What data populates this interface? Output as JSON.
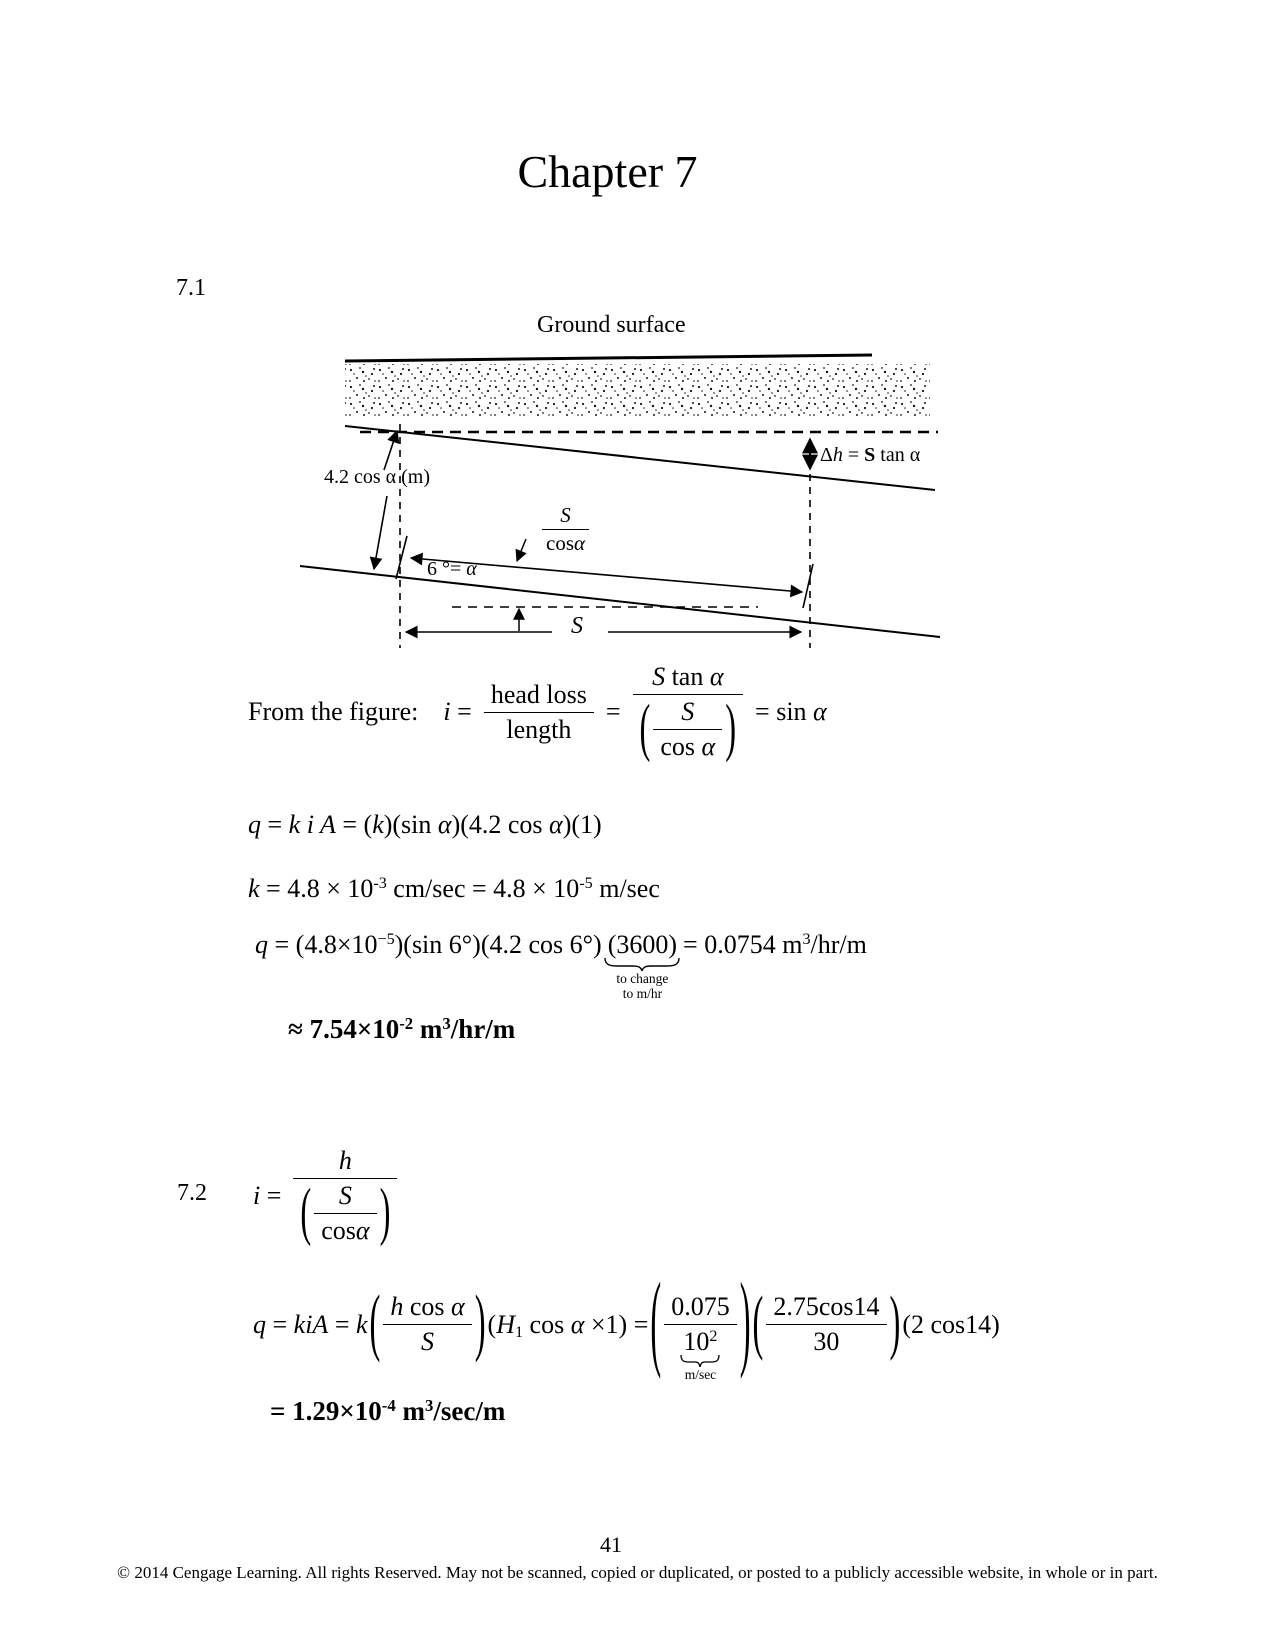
{
  "page": {
    "title": "Chapter 7",
    "page_number": "41",
    "copyright": "© 2014 Cengage Learning. All rights Reserved. May not be scanned, copied or duplicated, or posted to a publicly accessible website, in whole or in part."
  },
  "problem71": {
    "label": "7.1",
    "figure": {
      "ground_surface": "Ground surface",
      "dh_label": [
        {
          "t": "Δ"
        },
        {
          "t": "h",
          "c": "it"
        },
        {
          "t": " = "
        },
        {
          "t": "S",
          "c": "b"
        },
        {
          "t": " tan α"
        }
      ],
      "thickness_label": "4.2 cos α (m)",
      "slant_frac": {
        "num": [
          {
            "t": "S",
            "c": "it"
          }
        ],
        "den": [
          {
            "t": "cos"
          },
          {
            "t": "α",
            "c": "it"
          }
        ]
      },
      "angle_label": [
        {
          "t": "6 °"
        },
        {
          "t": "= "
        },
        {
          "t": "α",
          "c": "it"
        }
      ],
      "s_label": "S"
    },
    "intro": "From the figure:",
    "eq_gradient": {
      "lead": [
        {
          "t": "i",
          "c": "it"
        },
        {
          "t": " ="
        }
      ],
      "frac1": {
        "num": "head loss",
        "den": "length"
      },
      "mid": "=",
      "frac2_num": [
        {
          "t": "S",
          "c": "it"
        },
        {
          "t": " tan "
        },
        {
          "t": "α",
          "c": "it"
        }
      ],
      "frac2_den": {
        "num": [
          {
            "t": "S",
            "c": "it"
          }
        ],
        "den": [
          {
            "t": "cos "
          },
          {
            "t": "α",
            "c": "it"
          }
        ]
      },
      "tail": [
        {
          "t": "= sin "
        },
        {
          "t": "α",
          "c": "it"
        }
      ]
    },
    "eq_q_formula": [
      {
        "t": "q",
        "c": "it"
      },
      {
        "t": " = "
      },
      {
        "t": "k i A",
        "c": "it"
      },
      {
        "t": " = ("
      },
      {
        "t": "k",
        "c": "it"
      },
      {
        "t": ")(sin "
      },
      {
        "t": "α",
        "c": "it"
      },
      {
        "t": ")(4.2 cos "
      },
      {
        "t": "α",
        "c": "it"
      },
      {
        "t": ")(1)"
      }
    ],
    "eq_k": [
      {
        "t": "k",
        "c": "it"
      },
      {
        "t": " = 4.8 × 10"
      },
      {
        "t": "-3",
        "c": "sup"
      },
      {
        "t": " cm/sec = 4.8 × 10"
      },
      {
        "t": "-5",
        "c": "sup"
      },
      {
        "t": " m/sec"
      }
    ],
    "eq_q_numeric": {
      "pre": [
        {
          "t": "q",
          "c": "it"
        },
        {
          "t": " = (4.8×10"
        },
        {
          "t": "−5",
          "c": "sup"
        },
        {
          "t": ")(sin 6°)(4.2 cos 6°)"
        }
      ],
      "brace_term": "(3600)",
      "brace_note_1": "to change",
      "brace_note_2": "to m/hr",
      "post": [
        {
          "t": "= 0.0754 m"
        },
        {
          "t": "3",
          "c": "sup"
        },
        {
          "t": "/hr/m"
        }
      ]
    },
    "result": [
      {
        "t": "≈ 7.54×10"
      },
      {
        "t": "-2",
        "c": "sup"
      },
      {
        "t": " m"
      },
      {
        "t": "3",
        "c": "sup"
      },
      {
        "t": "/hr/m"
      }
    ]
  },
  "problem72": {
    "label": "7.2",
    "eq_gradient": {
      "lead": [
        {
          "t": "i",
          "c": "it"
        },
        {
          "t": " ="
        }
      ],
      "num": [
        {
          "t": "h",
          "c": "it"
        }
      ],
      "den": {
        "num": [
          {
            "t": "S",
            "c": "it"
          }
        ],
        "den": [
          {
            "t": "cos"
          },
          {
            "t": "α",
            "c": "it"
          }
        ]
      }
    },
    "eq_q": {
      "lead": [
        {
          "t": "q",
          "c": "it"
        },
        {
          "t": " = "
        },
        {
          "t": "kiA",
          "c": "it"
        },
        {
          "t": " = "
        },
        {
          "t": "k",
          "c": "it"
        }
      ],
      "frac_a": {
        "num": [
          {
            "t": "h",
            "c": "it"
          },
          {
            "t": " cos "
          },
          {
            "t": "α",
            "c": "it"
          }
        ],
        "den": [
          {
            "t": "S",
            "c": "it"
          }
        ]
      },
      "mid": [
        {
          "t": "("
        },
        {
          "t": "H",
          "c": "it"
        },
        {
          "t": "1",
          "c": "sub"
        },
        {
          "t": " cos "
        },
        {
          "t": "α",
          "c": "it"
        },
        {
          "t": " ×1) ="
        }
      ],
      "frac_b": {
        "num": "0.075",
        "den": [
          {
            "t": "10"
          },
          {
            "t": "2",
            "c": "sup"
          }
        ],
        "note": "m/sec"
      },
      "frac_c": {
        "num": "2.75cos14",
        "den": "30"
      },
      "tail": "(2 cos14)"
    },
    "result": [
      {
        "t": "= 1.29×10"
      },
      {
        "t": "-4",
        "c": "sup"
      },
      {
        "t": " m"
      },
      {
        "t": "3",
        "c": "sup"
      },
      {
        "t": "/sec/m"
      }
    ]
  }
}
